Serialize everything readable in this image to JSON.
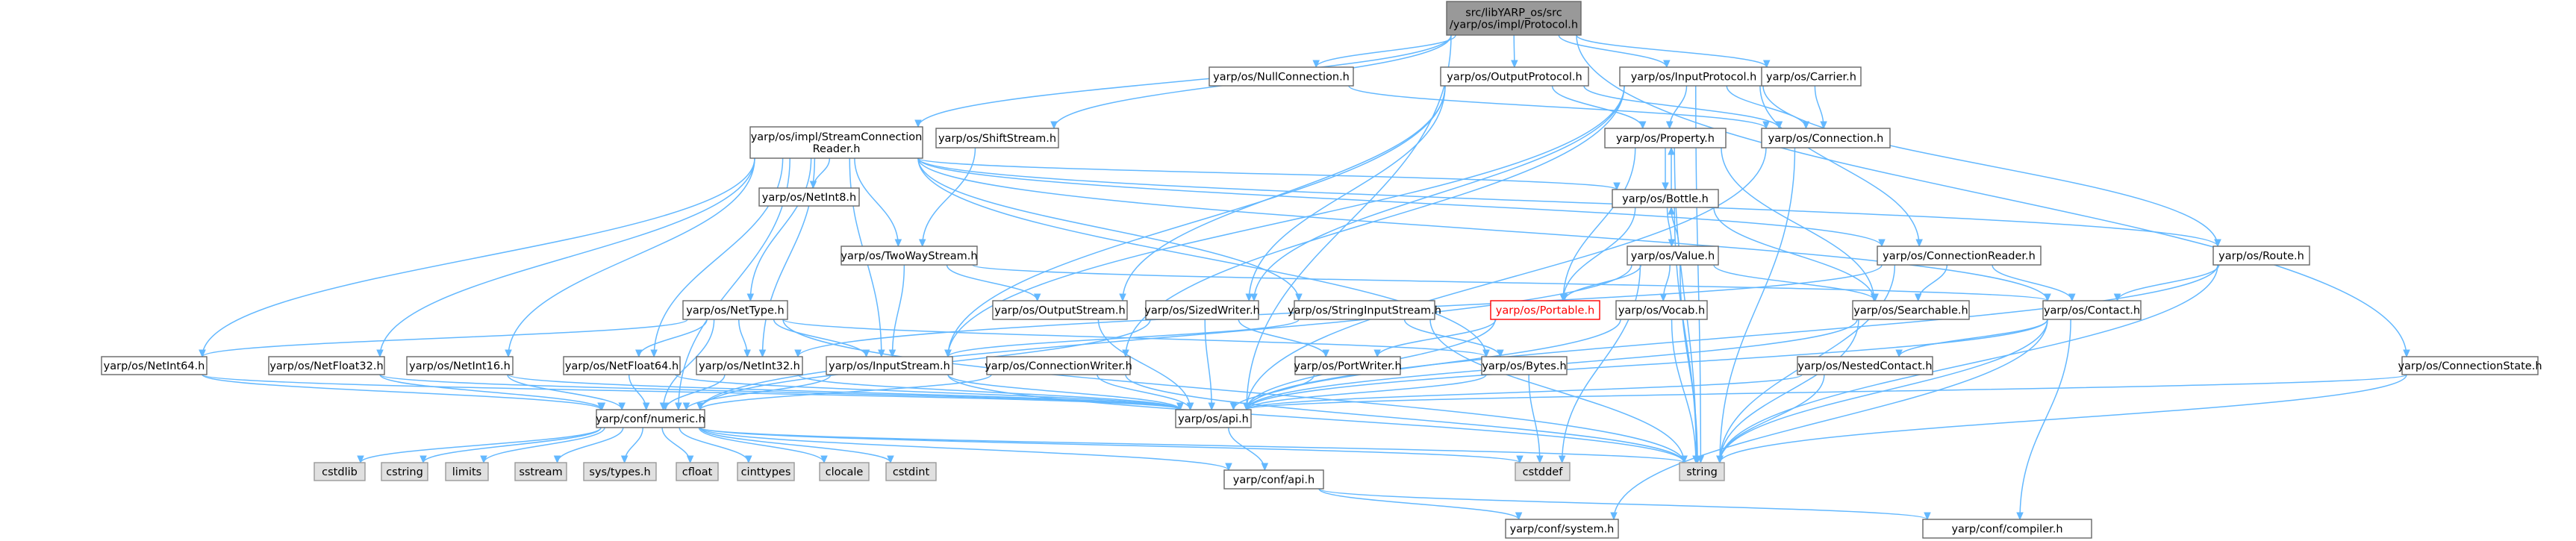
{
  "diagram": {
    "type": "include-dependency-graph",
    "colors": {
      "edge": "#63b8ff",
      "root_fill": "#999999",
      "node_border": "#666666",
      "system_fill": "#e0e0e0",
      "missing_text": "#ff0000"
    },
    "nodes": [
      {
        "id": "protocol",
        "lines": [
          "src/libYARP_os/src",
          "/yarp/os/impl/Protocol.h"
        ],
        "kind": "root"
      },
      {
        "id": "nullconn",
        "lines": [
          "yarp/os/NullConnection.h"
        ],
        "kind": "normal"
      },
      {
        "id": "outproto",
        "lines": [
          "yarp/os/OutputProtocol.h"
        ],
        "kind": "normal"
      },
      {
        "id": "inproto",
        "lines": [
          "yarp/os/InputProtocol.h"
        ],
        "kind": "normal"
      },
      {
        "id": "carrier",
        "lines": [
          "yarp/os/Carrier.h"
        ],
        "kind": "normal"
      },
      {
        "id": "streamconn",
        "lines": [
          "yarp/os/impl/StreamConnection",
          "Reader.h"
        ],
        "kind": "normal"
      },
      {
        "id": "shiftstream",
        "lines": [
          "yarp/os/ShiftStream.h"
        ],
        "kind": "normal"
      },
      {
        "id": "property",
        "lines": [
          "yarp/os/Property.h"
        ],
        "kind": "normal"
      },
      {
        "id": "connection",
        "lines": [
          "yarp/os/Connection.h"
        ],
        "kind": "normal"
      },
      {
        "id": "netint8",
        "lines": [
          "yarp/os/NetInt8.h"
        ],
        "kind": "normal"
      },
      {
        "id": "bottle",
        "lines": [
          "yarp/os/Bottle.h"
        ],
        "kind": "normal"
      },
      {
        "id": "twoway",
        "lines": [
          "yarp/os/TwoWayStream.h"
        ],
        "kind": "normal"
      },
      {
        "id": "value",
        "lines": [
          "yarp/os/Value.h"
        ],
        "kind": "normal"
      },
      {
        "id": "connreader",
        "lines": [
          "yarp/os/ConnectionReader.h"
        ],
        "kind": "normal"
      },
      {
        "id": "route",
        "lines": [
          "yarp/os/Route.h"
        ],
        "kind": "normal"
      },
      {
        "id": "nettype",
        "lines": [
          "yarp/os/NetType.h"
        ],
        "kind": "normal"
      },
      {
        "id": "outstream",
        "lines": [
          "yarp/os/OutputStream.h"
        ],
        "kind": "normal"
      },
      {
        "id": "sizedwriter",
        "lines": [
          "yarp/os/SizedWriter.h"
        ],
        "kind": "normal"
      },
      {
        "id": "strinstream",
        "lines": [
          "yarp/os/StringInputStream.h"
        ],
        "kind": "normal"
      },
      {
        "id": "portable",
        "lines": [
          "yarp/os/Portable.h"
        ],
        "kind": "red"
      },
      {
        "id": "vocab",
        "lines": [
          "yarp/os/Vocab.h"
        ],
        "kind": "normal"
      },
      {
        "id": "searchable",
        "lines": [
          "yarp/os/Searchable.h"
        ],
        "kind": "normal"
      },
      {
        "id": "contact",
        "lines": [
          "yarp/os/Contact.h"
        ],
        "kind": "normal"
      },
      {
        "id": "netint64",
        "lines": [
          "yarp/os/NetInt64.h"
        ],
        "kind": "normal"
      },
      {
        "id": "netfloat32",
        "lines": [
          "yarp/os/NetFloat32.h"
        ],
        "kind": "normal"
      },
      {
        "id": "netint16",
        "lines": [
          "yarp/os/NetInt16.h"
        ],
        "kind": "normal"
      },
      {
        "id": "netfloat64",
        "lines": [
          "yarp/os/NetFloat64.h"
        ],
        "kind": "normal"
      },
      {
        "id": "netint32",
        "lines": [
          "yarp/os/NetInt32.h"
        ],
        "kind": "normal"
      },
      {
        "id": "instream",
        "lines": [
          "yarp/os/InputStream.h"
        ],
        "kind": "normal"
      },
      {
        "id": "connwriter",
        "lines": [
          "yarp/os/ConnectionWriter.h"
        ],
        "kind": "normal"
      },
      {
        "id": "portwriter",
        "lines": [
          "yarp/os/PortWriter.h"
        ],
        "kind": "normal"
      },
      {
        "id": "bytes",
        "lines": [
          "yarp/os/Bytes.h"
        ],
        "kind": "normal"
      },
      {
        "id": "nestedcontact",
        "lines": [
          "yarp/os/NestedContact.h"
        ],
        "kind": "normal"
      },
      {
        "id": "connstate",
        "lines": [
          "yarp/os/ConnectionState.h"
        ],
        "kind": "normal"
      },
      {
        "id": "numeric",
        "lines": [
          "yarp/conf/numeric.h"
        ],
        "kind": "normal"
      },
      {
        "id": "osapi",
        "lines": [
          "yarp/os/api.h"
        ],
        "kind": "normal"
      },
      {
        "id": "cstdlib",
        "lines": [
          "cstdlib"
        ],
        "kind": "sys"
      },
      {
        "id": "cstring",
        "lines": [
          "cstring"
        ],
        "kind": "sys"
      },
      {
        "id": "limits",
        "lines": [
          "limits"
        ],
        "kind": "sys"
      },
      {
        "id": "sstream",
        "lines": [
          "sstream"
        ],
        "kind": "sys"
      },
      {
        "id": "systypes",
        "lines": [
          "sys/types.h"
        ],
        "kind": "sys"
      },
      {
        "id": "cfloat",
        "lines": [
          "cfloat"
        ],
        "kind": "sys"
      },
      {
        "id": "cinttypes",
        "lines": [
          "cinttypes"
        ],
        "kind": "sys"
      },
      {
        "id": "clocale",
        "lines": [
          "clocale"
        ],
        "kind": "sys"
      },
      {
        "id": "cstdint",
        "lines": [
          "cstdint"
        ],
        "kind": "sys"
      },
      {
        "id": "cstddef",
        "lines": [
          "cstddef"
        ],
        "kind": "sys"
      },
      {
        "id": "string",
        "lines": [
          "string"
        ],
        "kind": "sys"
      },
      {
        "id": "confapi",
        "lines": [
          "yarp/conf/api.h"
        ],
        "kind": "normal"
      },
      {
        "id": "system",
        "lines": [
          "yarp/conf/system.h"
        ],
        "kind": "normal"
      },
      {
        "id": "compiler",
        "lines": [
          "yarp/conf/compiler.h"
        ],
        "kind": "normal"
      }
    ],
    "edges": [
      [
        "protocol",
        "nullconn"
      ],
      [
        "protocol",
        "outproto"
      ],
      [
        "protocol",
        "inproto"
      ],
      [
        "protocol",
        "carrier"
      ],
      [
        "protocol",
        "streamconn"
      ],
      [
        "protocol",
        "shiftstream"
      ],
      [
        "protocol",
        "connstate"
      ],
      [
        "protocol",
        "osapi"
      ],
      [
        "nullconn",
        "connection"
      ],
      [
        "outproto",
        "property"
      ],
      [
        "outproto",
        "connection"
      ],
      [
        "outproto",
        "sizedwriter"
      ],
      [
        "outproto",
        "instream"
      ],
      [
        "outproto",
        "outstream"
      ],
      [
        "inproto",
        "connection"
      ],
      [
        "inproto",
        "property"
      ],
      [
        "inproto",
        "route"
      ],
      [
        "inproto",
        "connreader"
      ],
      [
        "inproto",
        "string"
      ],
      [
        "inproto",
        "instream"
      ],
      [
        "inproto",
        "sizedwriter"
      ],
      [
        "inproto",
        "connwriter"
      ],
      [
        "carrier",
        "connection"
      ],
      [
        "streamconn",
        "netint8"
      ],
      [
        "streamconn",
        "bottle"
      ],
      [
        "streamconn",
        "twoway"
      ],
      [
        "streamconn",
        "nettype"
      ],
      [
        "streamconn",
        "netint64"
      ],
      [
        "streamconn",
        "netfloat32"
      ],
      [
        "streamconn",
        "netint16"
      ],
      [
        "streamconn",
        "netfloat64"
      ],
      [
        "streamconn",
        "netint32"
      ],
      [
        "streamconn",
        "instream"
      ],
      [
        "streamconn",
        "strinstream"
      ],
      [
        "streamconn",
        "bytes"
      ],
      [
        "streamconn",
        "connreader"
      ],
      [
        "streamconn",
        "route"
      ],
      [
        "streamconn",
        "contact"
      ],
      [
        "streamconn",
        "numeric"
      ],
      [
        "shiftstream",
        "twoway"
      ],
      [
        "property",
        "bottle"
      ],
      [
        "property",
        "portable"
      ],
      [
        "property",
        "searchable"
      ],
      [
        "property",
        "string"
      ],
      [
        "connection",
        "osapi"
      ],
      [
        "connection",
        "string"
      ],
      [
        "bottle",
        "property"
      ],
      [
        "bottle",
        "value"
      ],
      [
        "bottle",
        "portable"
      ],
      [
        "bottle",
        "searchable"
      ],
      [
        "bottle",
        "string"
      ],
      [
        "value",
        "bottle"
      ],
      [
        "value",
        "portable"
      ],
      [
        "value",
        "vocab"
      ],
      [
        "value",
        "searchable"
      ],
      [
        "value",
        "cstddef"
      ],
      [
        "value",
        "string"
      ],
      [
        "value",
        "numeric"
      ],
      [
        "twoway",
        "instream"
      ],
      [
        "twoway",
        "outstream"
      ],
      [
        "twoway",
        "contact"
      ],
      [
        "connreader",
        "searchable"
      ],
      [
        "connreader",
        "contact"
      ],
      [
        "connreader",
        "netint32"
      ],
      [
        "connreader",
        "string"
      ],
      [
        "route",
        "contact"
      ],
      [
        "route",
        "string"
      ],
      [
        "route",
        "osapi"
      ],
      [
        "nettype",
        "netint32"
      ],
      [
        "nettype",
        "bytes"
      ],
      [
        "nettype",
        "numeric"
      ],
      [
        "nettype",
        "string"
      ],
      [
        "nettype",
        "netint64"
      ],
      [
        "nettype",
        "netfloat64"
      ],
      [
        "nettype",
        "instream"
      ],
      [
        "outstream",
        "osapi"
      ],
      [
        "sizedwriter",
        "portwriter"
      ],
      [
        "sizedwriter",
        "osapi"
      ],
      [
        "sizedwriter",
        "numeric"
      ],
      [
        "strinstream",
        "instream"
      ],
      [
        "strinstream",
        "bytes"
      ],
      [
        "strinstream",
        "string"
      ],
      [
        "portable",
        "portwriter"
      ],
      [
        "portable",
        "osapi"
      ],
      [
        "vocab",
        "osapi"
      ],
      [
        "vocab",
        "string"
      ],
      [
        "searchable",
        "osapi"
      ],
      [
        "searchable",
        "string"
      ],
      [
        "contact",
        "nestedcontact"
      ],
      [
        "contact",
        "string"
      ],
      [
        "contact",
        "compiler"
      ],
      [
        "contact",
        "system"
      ],
      [
        "contact",
        "osapi"
      ],
      [
        "netint64",
        "numeric"
      ],
      [
        "netint64",
        "osapi"
      ],
      [
        "netfloat32",
        "numeric"
      ],
      [
        "netfloat32",
        "osapi"
      ],
      [
        "netint16",
        "numeric"
      ],
      [
        "netint16",
        "osapi"
      ],
      [
        "netfloat64",
        "numeric"
      ],
      [
        "netfloat64",
        "osapi"
      ],
      [
        "netint32",
        "numeric"
      ],
      [
        "netint32",
        "osapi"
      ],
      [
        "instream",
        "osapi"
      ],
      [
        "instream",
        "numeric"
      ],
      [
        "instream",
        "string"
      ],
      [
        "connwriter",
        "osapi"
      ],
      [
        "connwriter",
        "string"
      ],
      [
        "connwriter",
        "numeric"
      ],
      [
        "portwriter",
        "osapi"
      ],
      [
        "bytes",
        "osapi"
      ],
      [
        "bytes",
        "cstddef"
      ],
      [
        "nestedcontact",
        "osapi"
      ],
      [
        "nestedcontact",
        "string"
      ],
      [
        "connstate",
        "osapi"
      ],
      [
        "connstate",
        "string"
      ],
      [
        "numeric",
        "cstdlib"
      ],
      [
        "numeric",
        "cstring"
      ],
      [
        "numeric",
        "limits"
      ],
      [
        "numeric",
        "sstream"
      ],
      [
        "numeric",
        "systypes"
      ],
      [
        "numeric",
        "cfloat"
      ],
      [
        "numeric",
        "cinttypes"
      ],
      [
        "numeric",
        "clocale"
      ],
      [
        "numeric",
        "cstdint"
      ],
      [
        "numeric",
        "cstddef"
      ],
      [
        "numeric",
        "string"
      ],
      [
        "numeric",
        "confapi"
      ],
      [
        "osapi",
        "confapi"
      ],
      [
        "confapi",
        "system"
      ],
      [
        "confapi",
        "compiler"
      ]
    ]
  }
}
